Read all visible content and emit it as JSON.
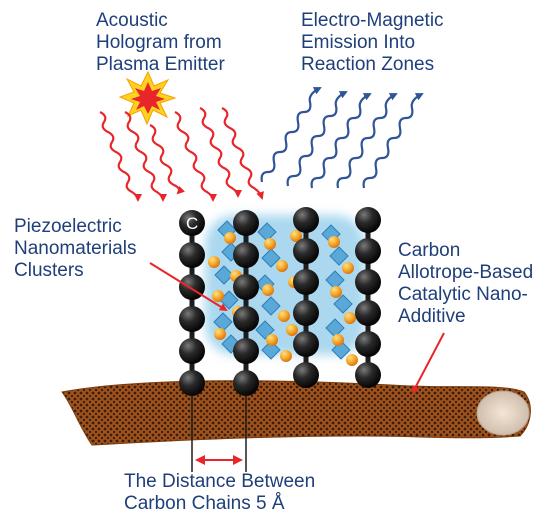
{
  "labels": {
    "acoustic": [
      "Acoustic",
      "Hologram from",
      "Plasma Emitter"
    ],
    "em": [
      "Electro-Magnetic",
      "Emission Into",
      "Reaction Zones"
    ],
    "piezo": [
      "Piezoelectric",
      "Nanomaterials",
      "Clusters"
    ],
    "carbon": [
      "Carbon",
      "Allotrope-Based",
      "Catalytic Nano-",
      "Additive"
    ],
    "distance": [
      "The Distance Between",
      "Carbon Chains 5 Å"
    ],
    "atom_letter": "C"
  },
  "colors": {
    "text": "#1f3f7a",
    "acoustic_waves": "#e8262a",
    "em_waves": "#2f5597",
    "pointer_arrows": "#e8262a",
    "carbon_atoms": "#1c1c1c",
    "substrate": "#a0521d",
    "piezo_crystals": "#5aa8d8",
    "piezo_particles": "#f5a623"
  },
  "icons": [
    "starburst-icon",
    "arrow-icon"
  ]
}
